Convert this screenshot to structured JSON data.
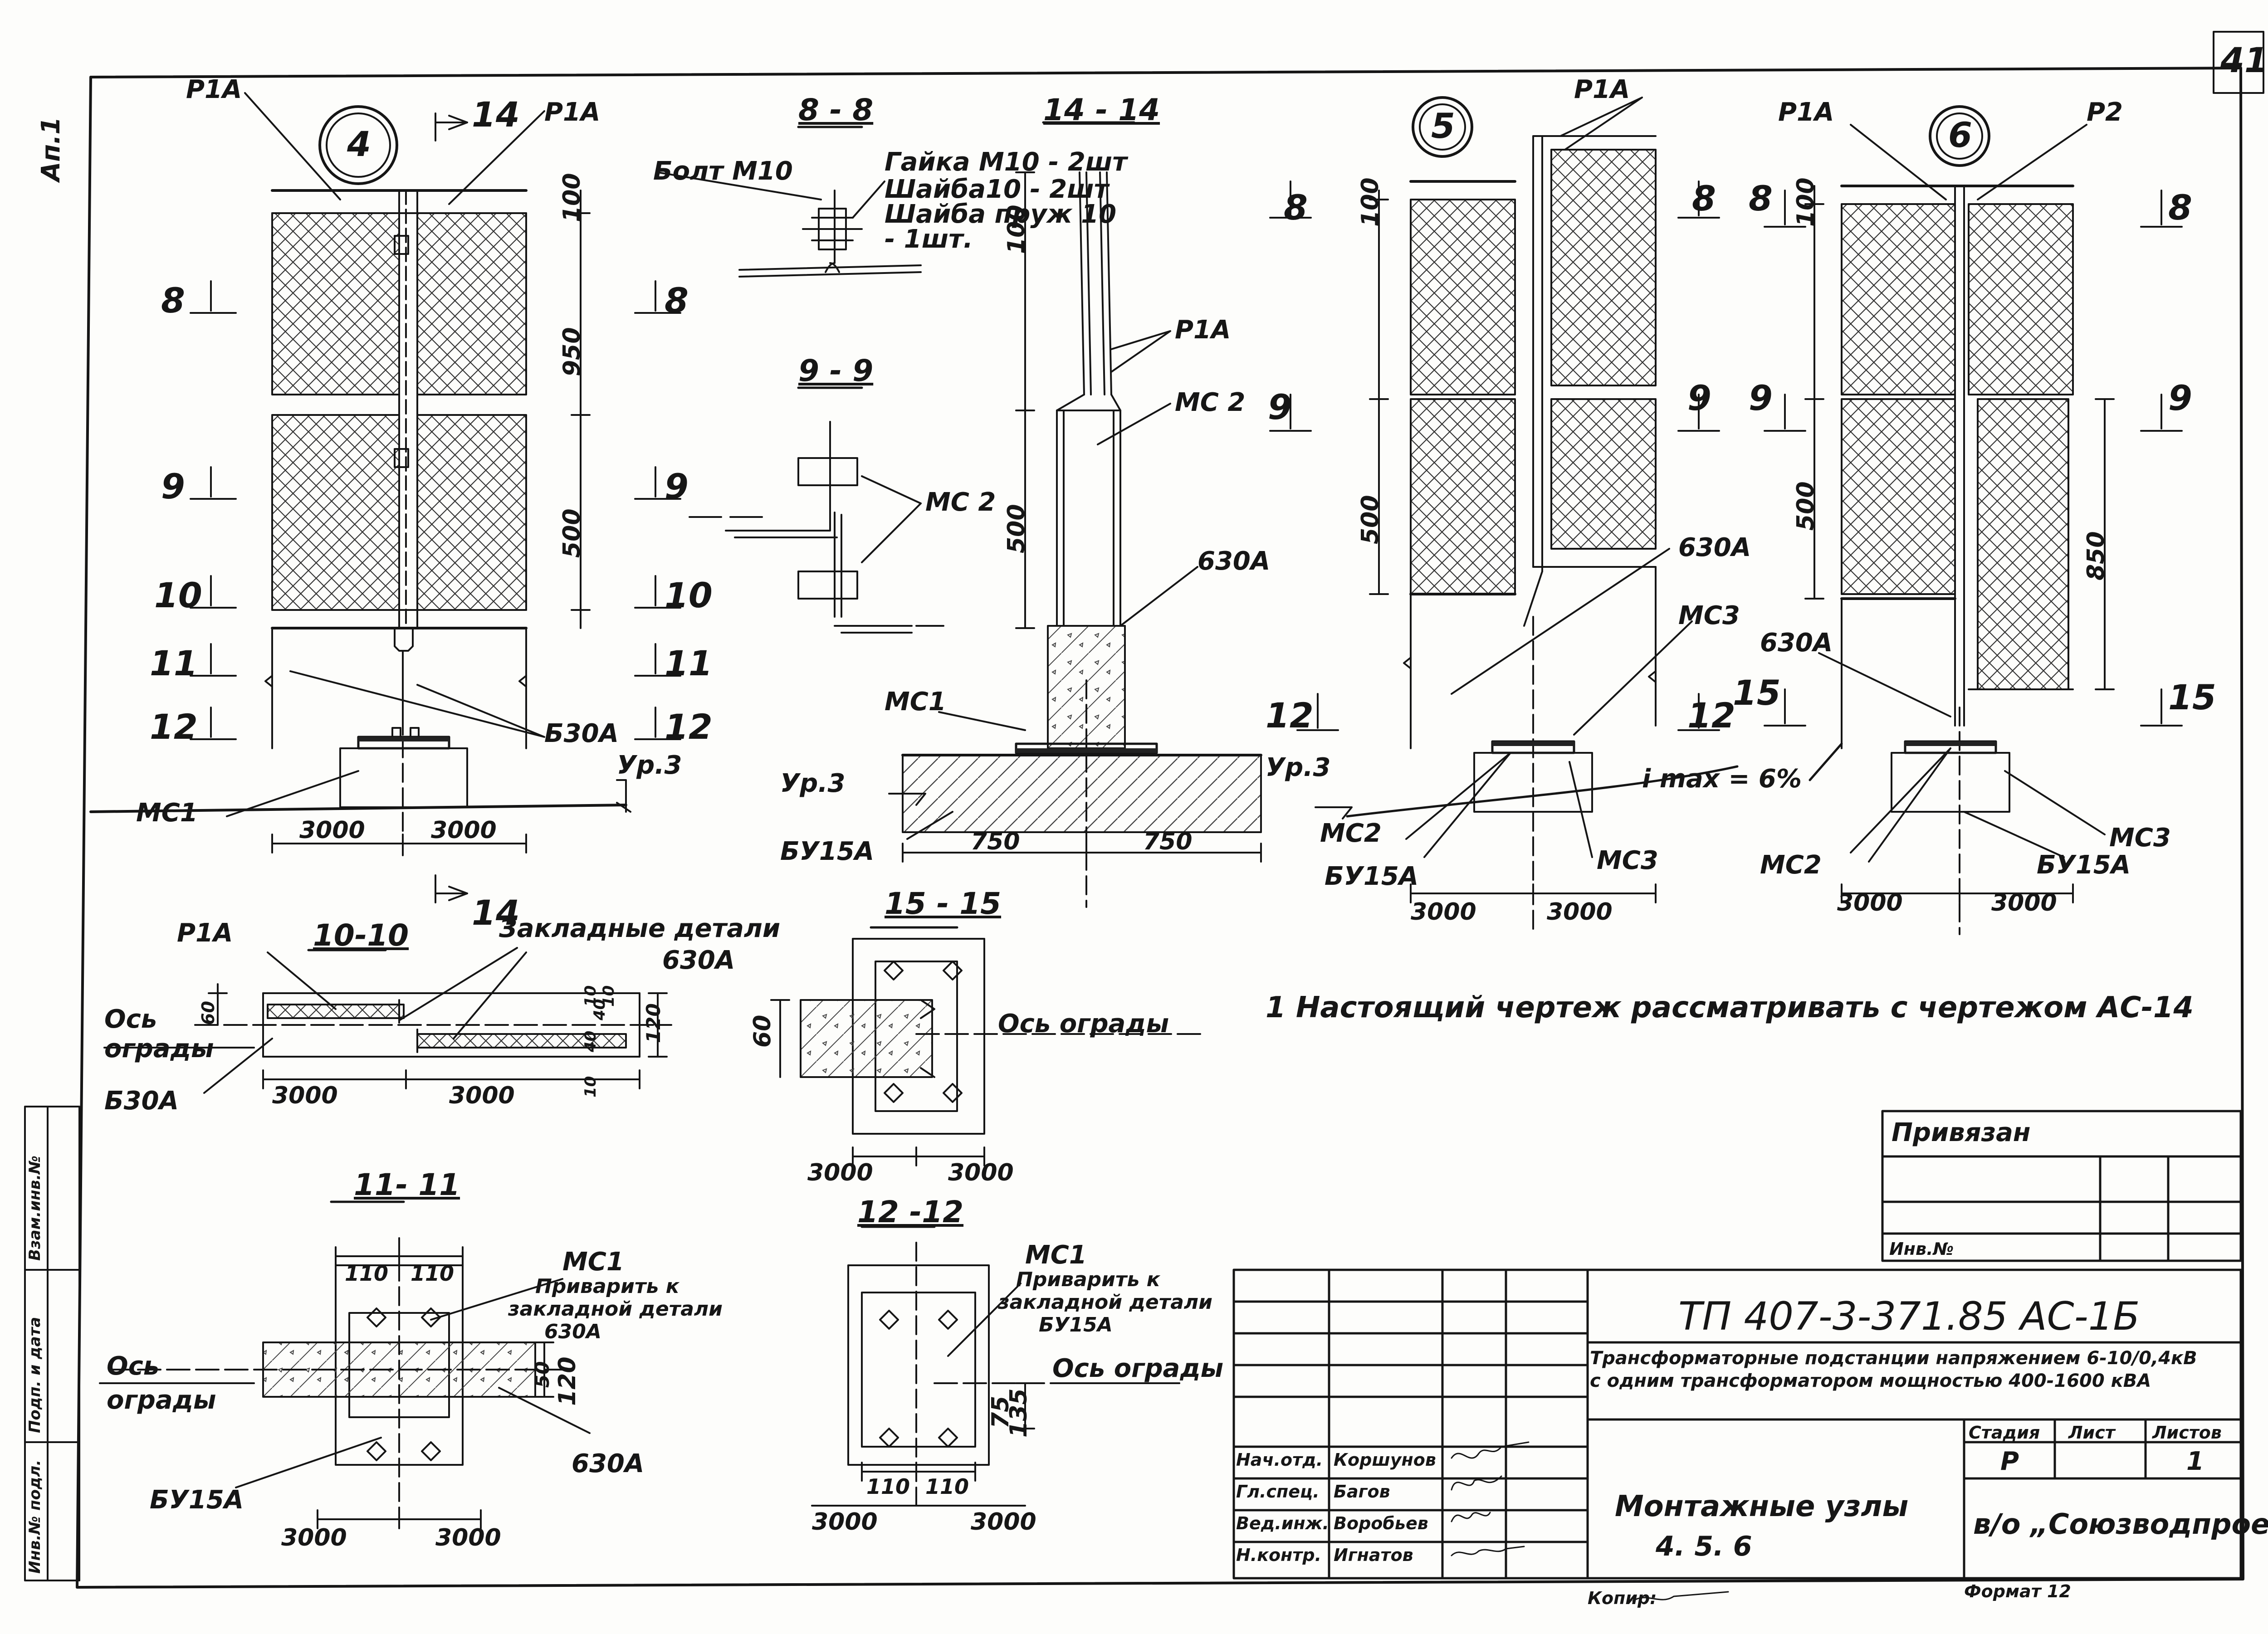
{
  "sheet": {
    "sheet_number": "41",
    "top_left_note": "Ап.1",
    "format": "Формат 12",
    "copied_by_label": "Копир:"
  },
  "side_stamp": [
    "Взам.инв.№",
    "Подп. и дата",
    "Инв.№ подл."
  ],
  "note": "1 Настоящий чертеж рассматривать с чертежом АС-14",
  "nodes": {
    "n4": {
      "number": "4",
      "labels": [
        "Р1А",
        "Р1А",
        "МС1",
        "Б30А",
        "Ур.3"
      ],
      "sections": [
        "8",
        "8",
        "9",
        "9",
        "10",
        "10",
        "11",
        "11",
        "12",
        "12",
        "14",
        "14"
      ],
      "dims_v": [
        "100",
        "950",
        "500"
      ],
      "dims_h": [
        "3000",
        "3000"
      ]
    },
    "n5": {
      "number": "5",
      "labels": [
        "Р1А",
        "630А",
        "МС3",
        "МС2",
        "БУ15А",
        "МС3",
        "i max = 6%",
        "Ур.3"
      ],
      "sections": [
        "8",
        "8",
        "9",
        "9",
        "12",
        "12"
      ],
      "dims_v": [
        "100",
        "500"
      ],
      "dims_h": [
        "3000",
        "3000"
      ]
    },
    "n6": {
      "number": "6",
      "labels": [
        "Р1А",
        "Р2",
        "630А",
        "МС2",
        "БУ15А",
        "МС3"
      ],
      "sections": [
        "8",
        "8",
        "9",
        "9",
        "15",
        "15"
      ],
      "dims_v": [
        "100",
        "500",
        "850"
      ],
      "dims_h": [
        "3000",
        "3000"
      ]
    }
  },
  "sections": {
    "s8": {
      "title": "8 - 8",
      "labels": [
        "Болт М10",
        "Гайка М10 - 2шт",
        "Шайба10 - 2шт",
        "Шайба пруж 10",
        "- 1шт."
      ]
    },
    "s9": {
      "title": "9 - 9",
      "labels": [
        "МС 2"
      ]
    },
    "s14": {
      "title": "14 - 14",
      "labels": [
        "Р1А",
        "МС 2",
        "630А",
        "МС1",
        "Ур.3",
        "БУ15А"
      ],
      "dims_v": [
        "100",
        "500"
      ],
      "dims_h": [
        "750",
        "750"
      ]
    },
    "s10": {
      "title": "10-10",
      "labels": [
        "Р1А",
        "Закладные детали",
        "630А",
        "Ось",
        "ограды",
        "Б30А"
      ],
      "dims_v": [
        "60",
        "10",
        "40",
        "10",
        "40",
        "120",
        "10"
      ],
      "dims_h": [
        "3000",
        "3000"
      ]
    },
    "s15": {
      "title": "15 - 15",
      "labels": [
        "Ось ограды"
      ],
      "dims_v": [
        "60"
      ],
      "dims_h": [
        "3000",
        "3000"
      ]
    },
    "s11": {
      "title": "11- 11",
      "labels": [
        "МС1",
        "Приварить к",
        "закладной детали",
        "630А",
        "Ось",
        "ограды",
        "БУ15А",
        "630А"
      ],
      "dims_v": [
        "50",
        "120"
      ],
      "dims_h": [
        "110",
        "110",
        "3000",
        "3000"
      ]
    },
    "s12": {
      "title": "12 -12",
      "labels": [
        "МС1",
        "Приварить к",
        "закладной детали",
        "БУ15А",
        "Ось ограды"
      ],
      "dims_v": [
        "75",
        "135"
      ],
      "dims_h": [
        "110",
        "110",
        "3000",
        "3000"
      ]
    }
  },
  "title_block": {
    "privyazan": "Привязан",
    "inv_no": "Инв.№",
    "code": "ТП 407-3-371.85 АС-1Б",
    "description_1": "Трансформаторные подстанции напряжением 6-10/0,4кВ",
    "description_2": "с одним трансформатором мощностью 400-1600 кВА",
    "drawing_title_1": "Монтажные узлы",
    "drawing_title_2": "4. 5. 6",
    "organization": "в/о „Союзводпроект“",
    "headers": [
      "Стадия",
      "Лист",
      "Листов"
    ],
    "stage": "Р",
    "sheet": "",
    "sheets": "1",
    "roles": [
      {
        "role": "Нач.отд.",
        "name": "Коршунов"
      },
      {
        "role": "Гл.спец.",
        "name": "Багов"
      },
      {
        "role": "Вед.инж.",
        "name": "Воробьев"
      },
      {
        "role": "Н.контр.",
        "name": "Игнатов"
      }
    ]
  }
}
